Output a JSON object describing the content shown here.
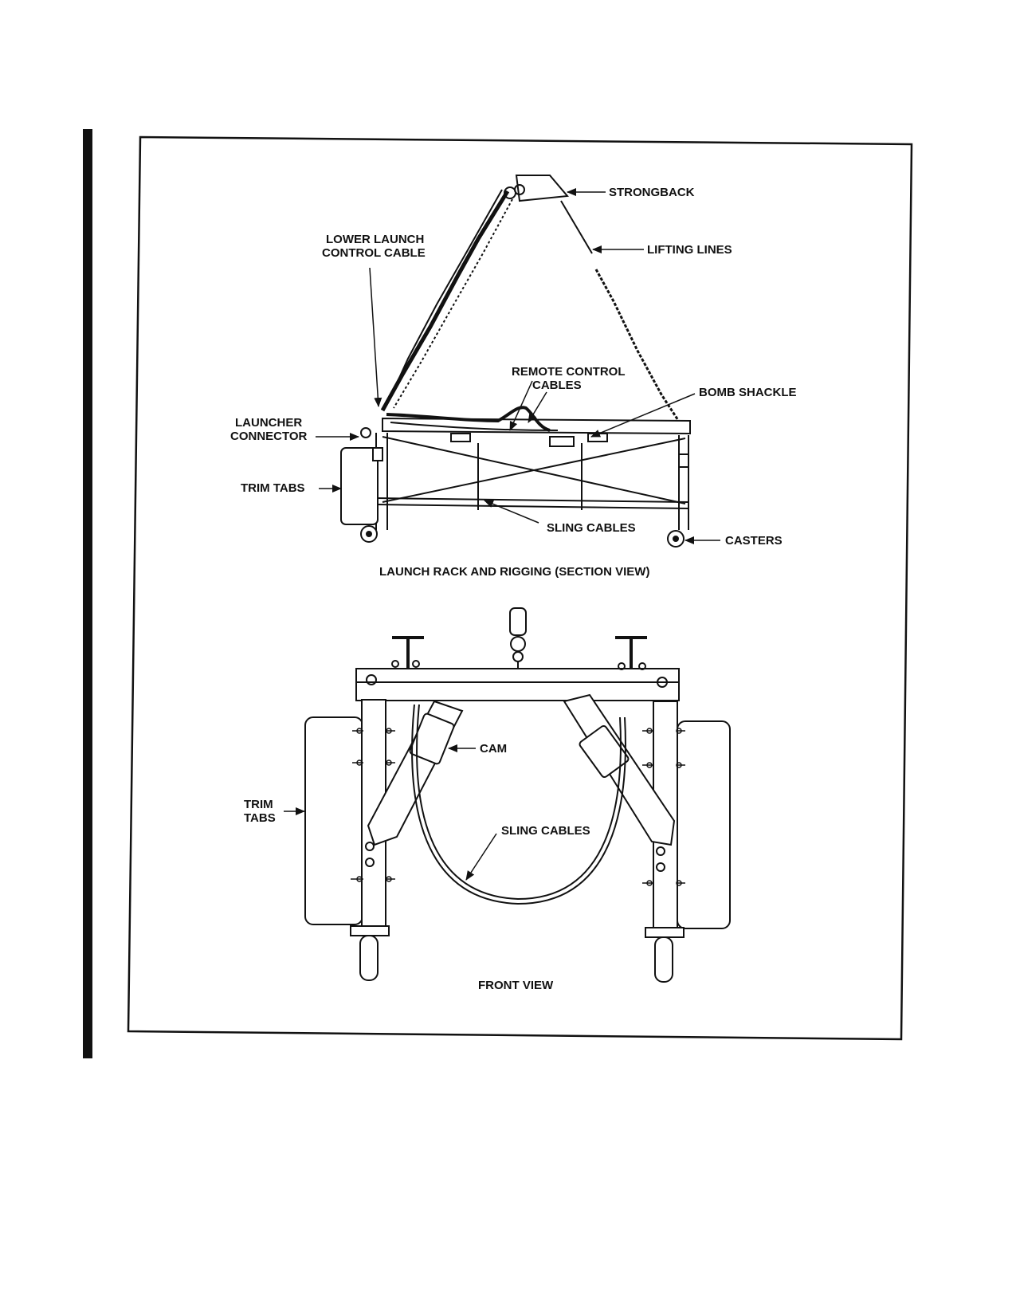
{
  "section_view": {
    "caption": "LAUNCH RACK AND RIGGING (SECTION VIEW)",
    "labels": {
      "strongback": "STRONGBACK",
      "lifting_lines": "LIFTING LINES",
      "lower_launch_line1": "LOWER LAUNCH",
      "lower_launch_line2": "CONTROL CABLE",
      "remote_line1": "REMOTE CONTROL",
      "remote_line2": "CABLES",
      "bomb_shackle": "BOMB SHACKLE",
      "launcher_line1": "LAUNCHER",
      "launcher_line2": "CONNECTOR",
      "trim_tabs": "TRIM TABS",
      "sling_cables": "SLING CABLES",
      "casters": "CASTERS"
    }
  },
  "front_view": {
    "caption": "FRONT VIEW",
    "labels": {
      "cam": "CAM",
      "trim_line1": "TRIM",
      "trim_line2": "TABS",
      "sling_cables": "SLING CABLES"
    }
  },
  "colors": {
    "ink": "#111111",
    "paper": "#ffffff"
  }
}
